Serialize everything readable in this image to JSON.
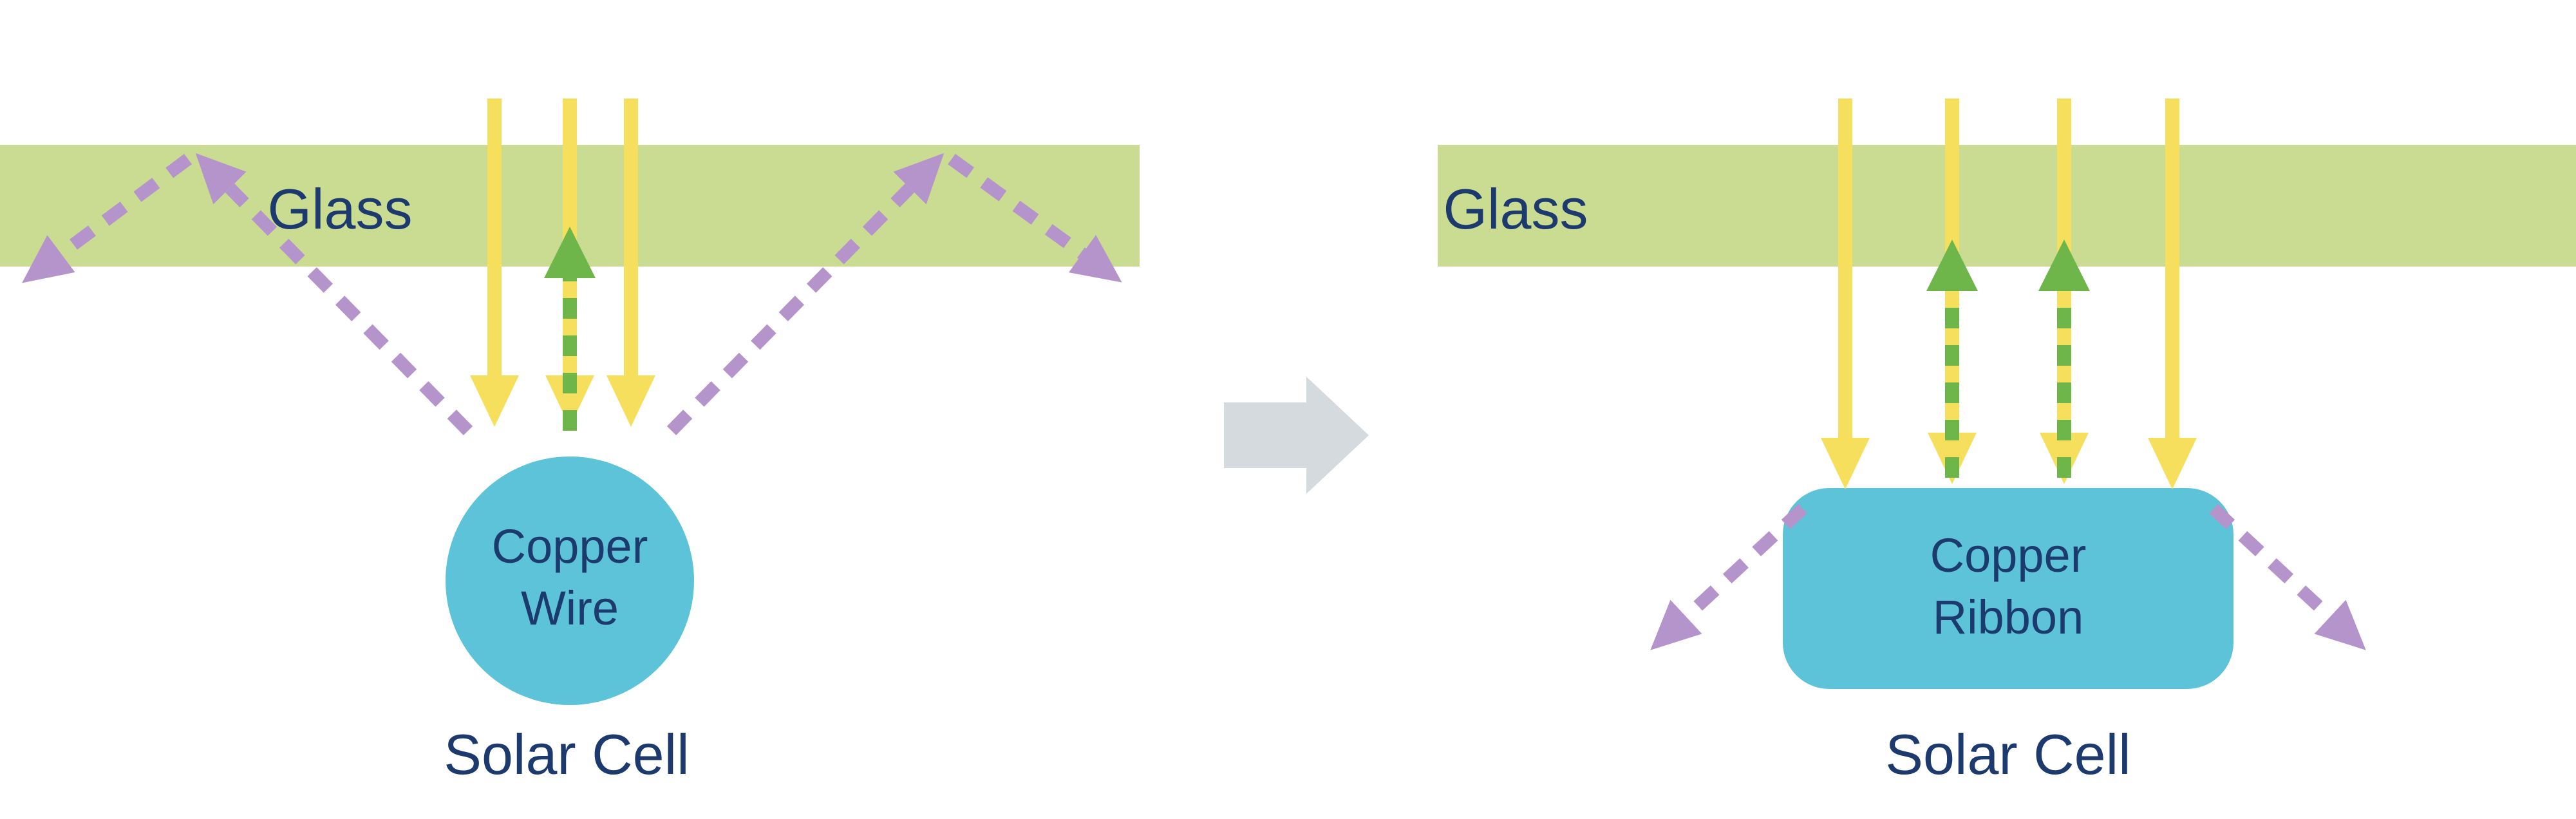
{
  "colors": {
    "background": "#ffffff",
    "glass": "#c9dc92",
    "navy": "#1c3a6e",
    "sunlight_yellow": "#f6df5c",
    "reflect_green": "#6fb64a",
    "escape_purple": "#b494cb",
    "copper_blue": "#5cc3d9",
    "transform_gray": "#d4dadd"
  },
  "left_panel": {
    "glass_label": "Glass",
    "conductor_line1": "Copper",
    "conductor_line2": "Wire",
    "caption": "Solar Cell"
  },
  "right_panel": {
    "glass_label": "Glass",
    "conductor_line1": "Copper",
    "conductor_line2": "Ribbon",
    "caption": "Solar Cell"
  }
}
